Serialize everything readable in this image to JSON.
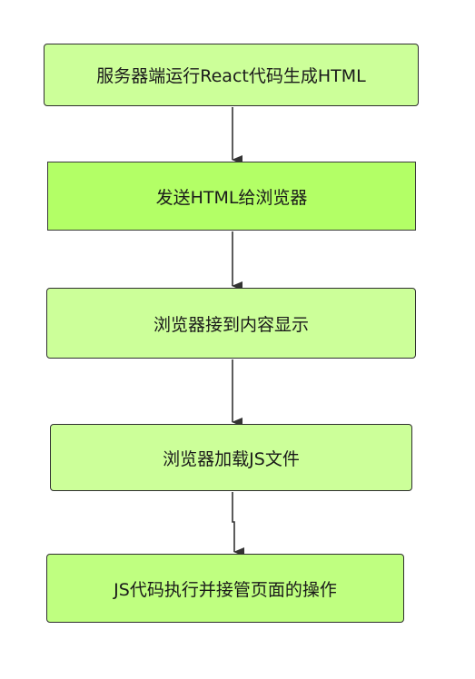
{
  "nodes": [
    {
      "id": "n1",
      "text": "服务器端运行React代码生成HTML"
    },
    {
      "id": "n2",
      "text": "发送HTML给浏览器"
    },
    {
      "id": "n3",
      "text": "浏览器接到内容显示"
    },
    {
      "id": "n4",
      "text": "浏览器加载JS文件"
    },
    {
      "id": "n5",
      "text": "JS代码执行并接管页面的操作"
    }
  ],
  "colors": {
    "node_fill_light": "#ccff99",
    "node_fill_bright": "#b3ff66",
    "node_border": "#2f2f2f",
    "arrow": "#333333"
  }
}
